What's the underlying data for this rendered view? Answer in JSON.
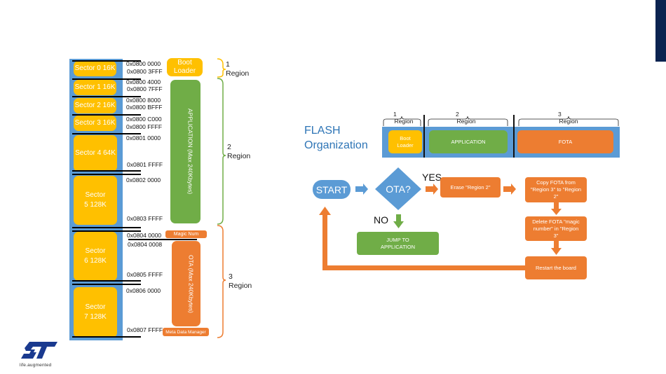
{
  "memory_map": {
    "sectors": [
      {
        "label": "Sector 0 16K"
      },
      {
        "label": "Sector 1 16K"
      },
      {
        "label": "Sector 2 16K"
      },
      {
        "label": "Sector 3 16K"
      },
      {
        "label": "Sector 4 64K"
      },
      {
        "label": "Sector 5 128K"
      },
      {
        "label": "Sector 6 128K"
      },
      {
        "label": "Sector 7 128K"
      }
    ],
    "addresses": [
      "0x0800 0000",
      "0x0800 3FFF",
      "0x0800 4000",
      "0x0800 7FFF",
      "0x0800 8000",
      "0x0800 BFFF",
      "0x0800 C000",
      "0x0800 FFFF",
      "0x0801 0000",
      "0x0801 FFFF",
      "0x0802 0000",
      "0x0803 FFFF",
      "0x0804 0000",
      "0x0804 0008",
      "0x0805 FFFF",
      "0x0806 0000",
      "0x0807 FFFF"
    ],
    "blocks": {
      "boot_loader": "Boot Loader",
      "application": "APPLICATION (Max 240Kbytes)",
      "magic_num": "Magic Num",
      "ota": "OTA (Max 240Kbytes)",
      "meta_data_manager": "Meta Data Manager"
    },
    "regions": [
      {
        "num": "1",
        "label": "Region"
      },
      {
        "num": "2",
        "label": "Region"
      },
      {
        "num": "3",
        "label": "Region"
      }
    ]
  },
  "flash_org": {
    "title_line1": "FLASH",
    "title_line2": "Organization",
    "regions": [
      {
        "num": "1",
        "label": "Region",
        "block": "Boot Loader"
      },
      {
        "num": "2",
        "label": "Region",
        "block": "APPLICATION"
      },
      {
        "num": "3",
        "label": "Region",
        "block": "FOTA"
      }
    ]
  },
  "flowchart": {
    "start": "START",
    "decision": "OTA?",
    "yes_label": "YES",
    "no_label": "NO",
    "jump": "JUMP TO APPLICATION",
    "erase": "Erase \"Region 2\"",
    "copy": "Copy FOTA from \"Region 3\" to \"Region 2\"",
    "delete": "Delete FOTA \"magic number\" in \"Region 3\"",
    "restart": "Restart the board"
  },
  "logo": {
    "brand": "ST",
    "tagline": "life.augmented"
  },
  "colors": {
    "blue": "#5b9bd5",
    "yellow": "#ffc000",
    "green": "#70ad47",
    "orange": "#ed7d31",
    "navy": "#0b2350",
    "title_blue": "#2e75b6"
  }
}
